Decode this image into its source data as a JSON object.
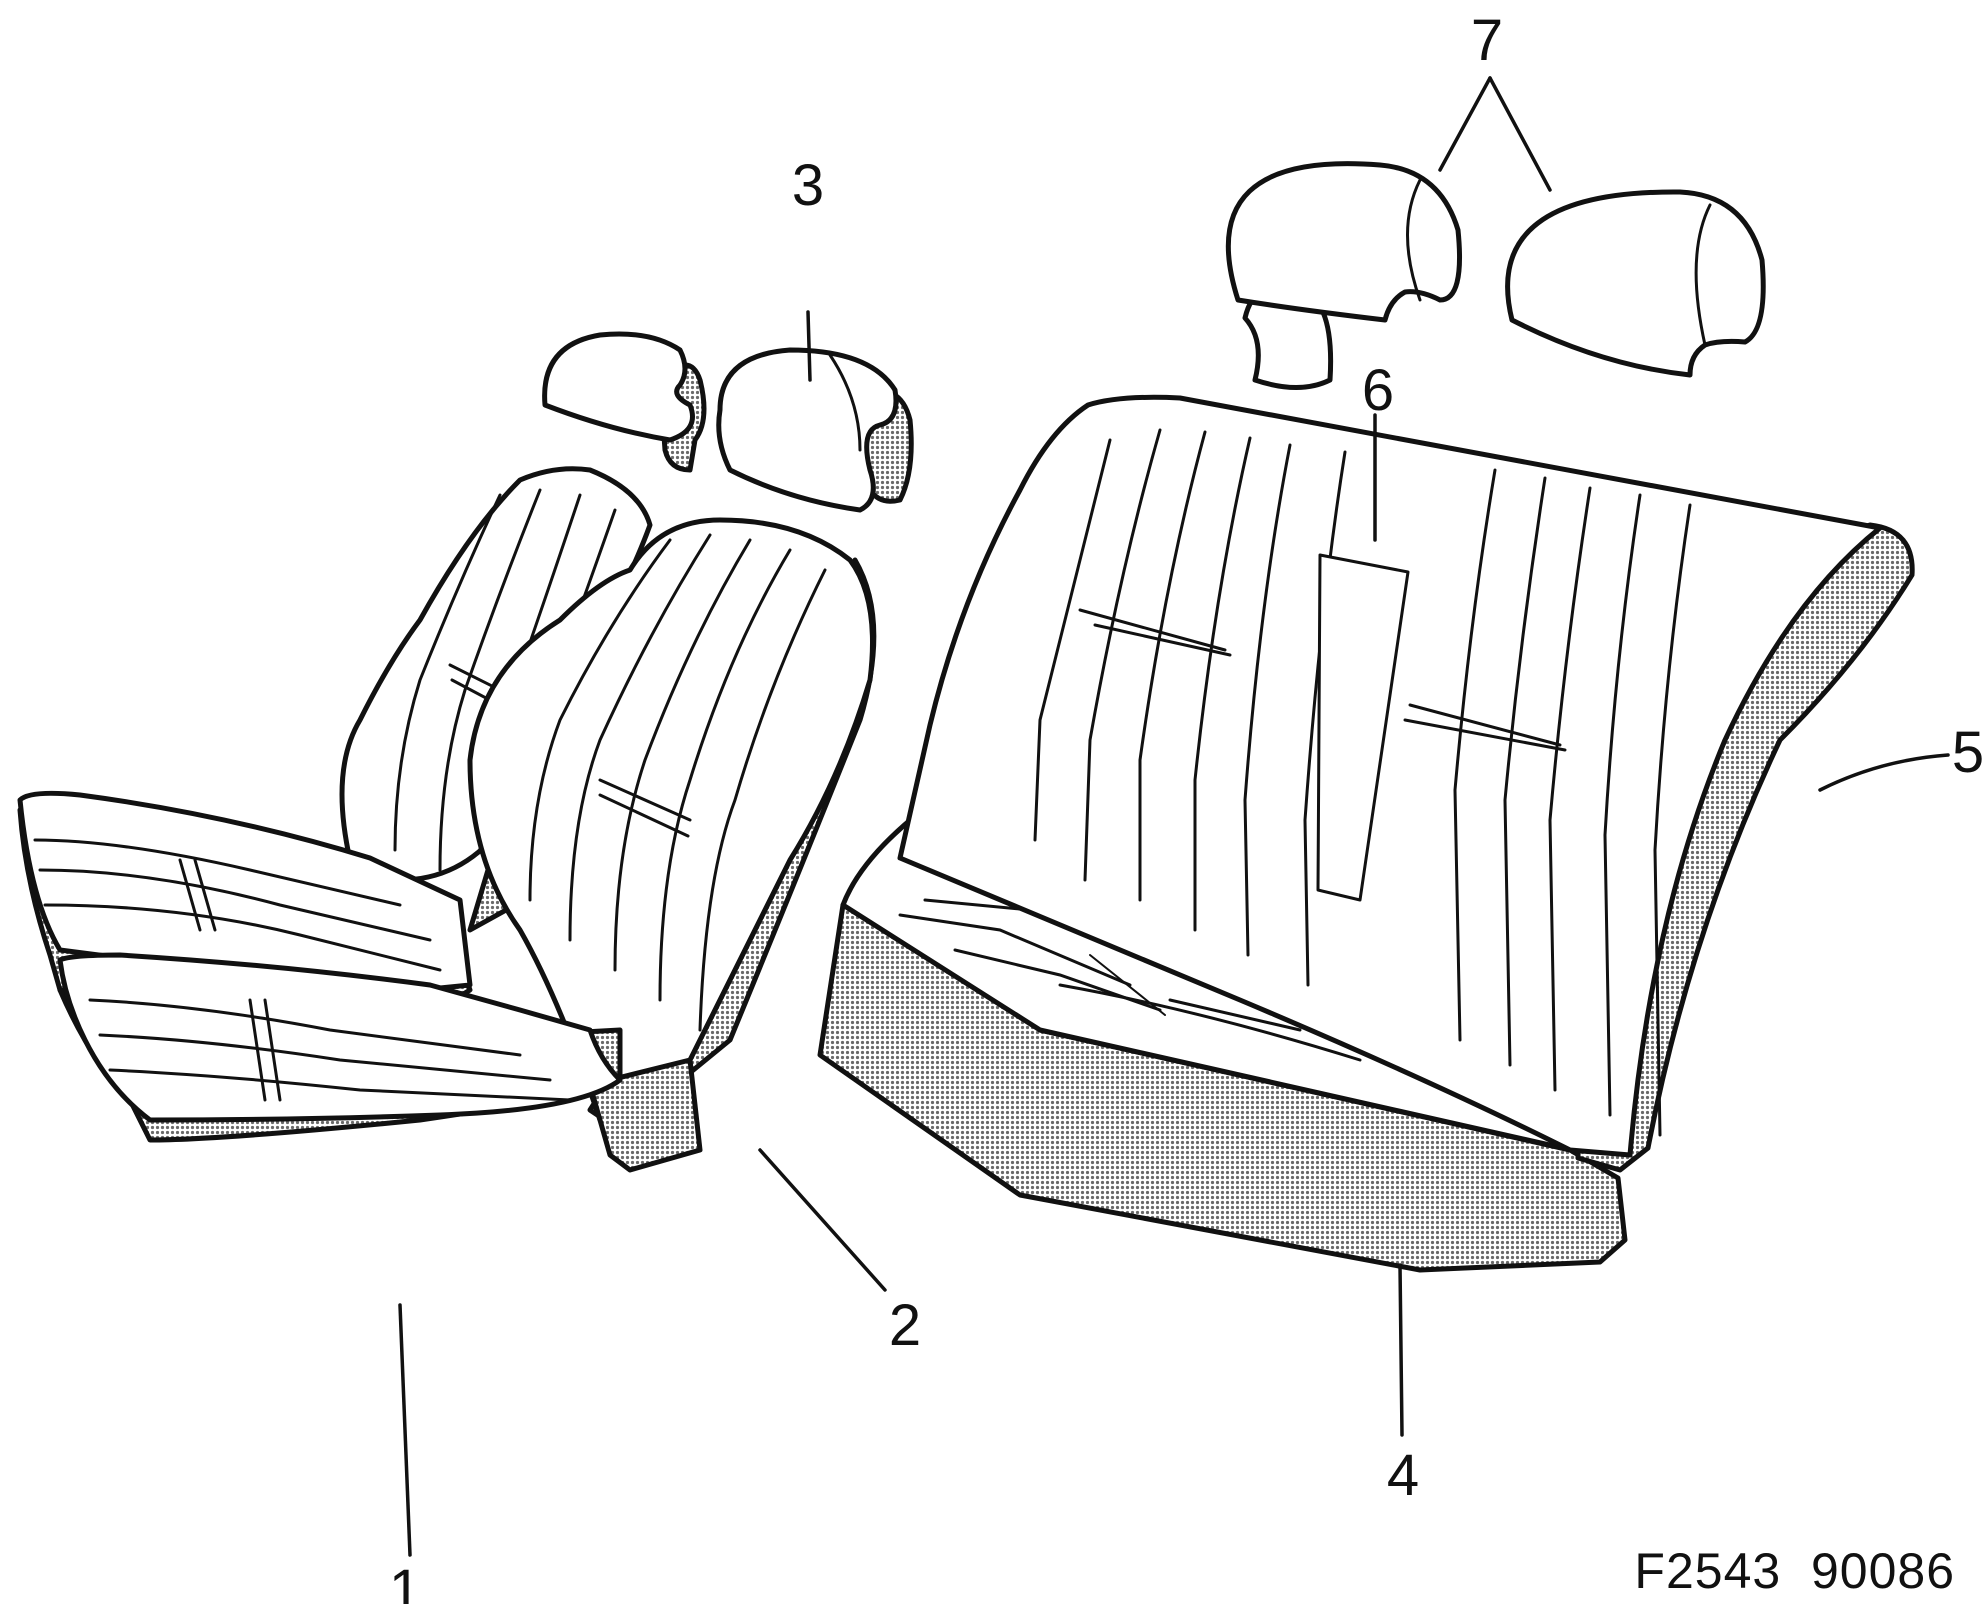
{
  "diagram": {
    "callouts": [
      {
        "id": "1",
        "label": "1"
      },
      {
        "id": "2",
        "label": "2"
      },
      {
        "id": "3",
        "label": "3"
      },
      {
        "id": "4",
        "label": "4"
      },
      {
        "id": "5",
        "label": "5"
      },
      {
        "id": "6",
        "label": "6"
      },
      {
        "id": "7",
        "label": "7"
      }
    ],
    "figure_code": "F2543  90086",
    "colors": {
      "ink": "#111111",
      "paper": "#ffffff",
      "shading": "#8a8a8a"
    }
  }
}
